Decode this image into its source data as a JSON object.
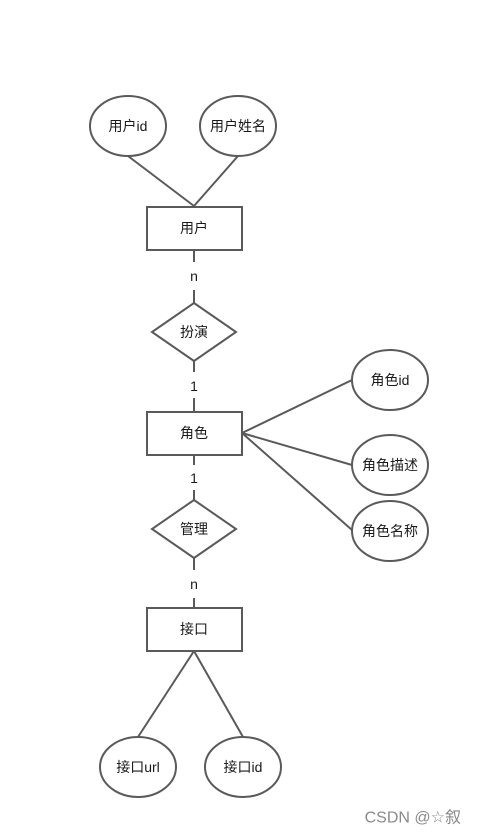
{
  "entities": {
    "user": "用户",
    "role": "角色",
    "api": "接口"
  },
  "relationships": {
    "plays": "扮演",
    "manages": "管理"
  },
  "attributes": {
    "user_id": "用户id",
    "user_name": "用户姓名",
    "role_id": "角色id",
    "role_desc": "角色描述",
    "role_name": "角色名称",
    "api_url": "接口url",
    "api_id": "接口id"
  },
  "cardinalities": {
    "user_plays": "n",
    "plays_role": "1",
    "role_manages": "1",
    "manages_api": "n"
  },
  "watermark": "CSDN @☆叙"
}
